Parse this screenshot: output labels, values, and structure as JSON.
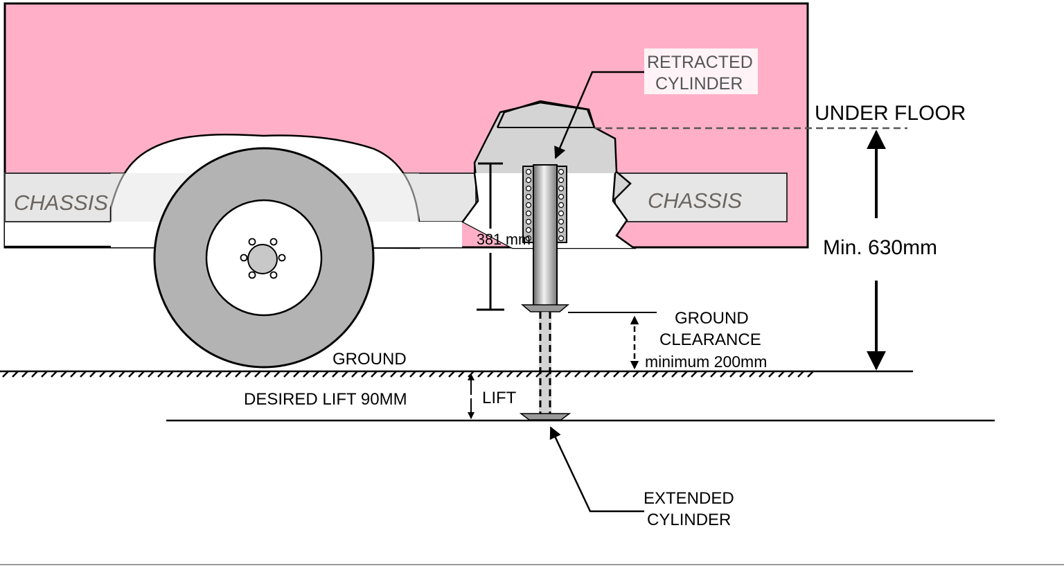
{
  "labels": {
    "chassis_left": "CHASSIS",
    "chassis_right": "CHASSIS",
    "retracted_line1": "RETRACTED",
    "retracted_line2": "CYLINDER",
    "under_floor": "UNDER FLOOR",
    "min_height": "Min. 630mm",
    "dim_381": "381 mm",
    "ground_clearance_line1": "GROUND",
    "ground_clearance_line2": "CLEARANCE",
    "ground_clearance_line3": "minimum 200mm",
    "ground": "GROUND",
    "desired_lift": "DESIRED LIFT 90MM",
    "lift": "LIFT",
    "extended_line1": "EXTENDED",
    "extended_line2": "CYLINDER"
  },
  "colors": {
    "body": "#ffb0c8",
    "chassis": "#e6e6e6",
    "chassis_text": "#6b6560",
    "tyre": "#b3b3b3",
    "hub": "#c8c8c8",
    "cutaway": "#d4d4d4",
    "line": "#000000"
  }
}
